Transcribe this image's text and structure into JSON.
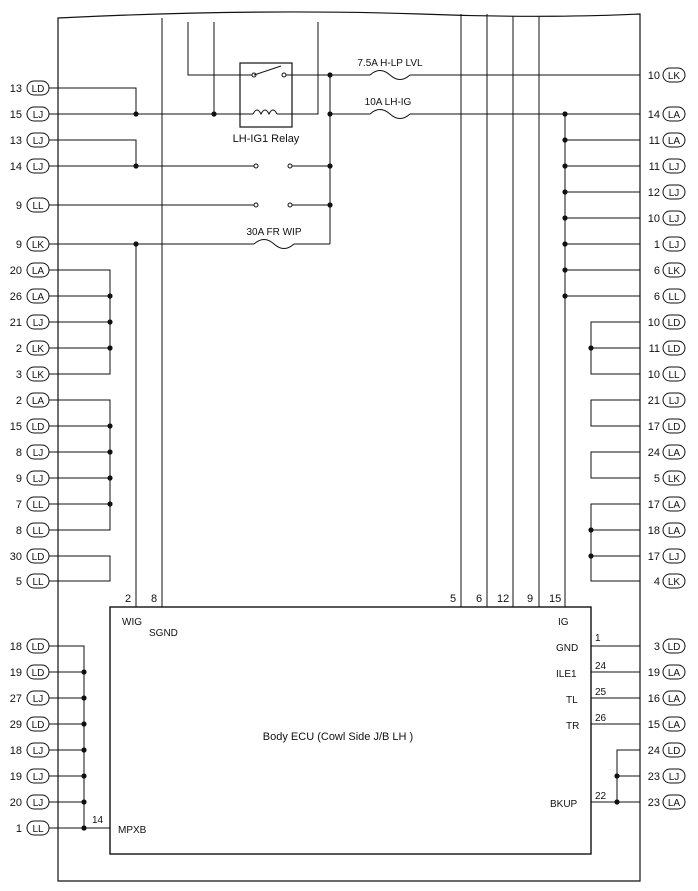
{
  "left_connectors": [
    {
      "pin": "13",
      "conn": "LD"
    },
    {
      "pin": "15",
      "conn": "LJ"
    },
    {
      "pin": "13",
      "conn": "LJ"
    },
    {
      "pin": "14",
      "conn": "LJ"
    },
    {
      "pin": "9",
      "conn": "LL"
    },
    {
      "pin": "9",
      "conn": "LK"
    },
    {
      "pin": "20",
      "conn": "LA"
    },
    {
      "pin": "26",
      "conn": "LA"
    },
    {
      "pin": "21",
      "conn": "LJ"
    },
    {
      "pin": "2",
      "conn": "LK"
    },
    {
      "pin": "3",
      "conn": "LK"
    },
    {
      "pin": "2",
      "conn": "LA"
    },
    {
      "pin": "15",
      "conn": "LD"
    },
    {
      "pin": "8",
      "conn": "LJ"
    },
    {
      "pin": "9",
      "conn": "LJ"
    },
    {
      "pin": "7",
      "conn": "LL"
    },
    {
      "pin": "8",
      "conn": "LL"
    },
    {
      "pin": "30",
      "conn": "LD"
    },
    {
      "pin": "5",
      "conn": "LL"
    },
    {
      "pin": "18",
      "conn": "LD"
    },
    {
      "pin": "19",
      "conn": "LD"
    },
    {
      "pin": "27",
      "conn": "LJ"
    },
    {
      "pin": "29",
      "conn": "LD"
    },
    {
      "pin": "18",
      "conn": "LJ"
    },
    {
      "pin": "19",
      "conn": "LJ"
    },
    {
      "pin": "20",
      "conn": "LJ"
    },
    {
      "pin": "1",
      "conn": "LL"
    }
  ],
  "right_connectors": [
    {
      "pin": "10",
      "conn": "LK"
    },
    {
      "pin": "14",
      "conn": "LA"
    },
    {
      "pin": "11",
      "conn": "LA"
    },
    {
      "pin": "11",
      "conn": "LJ"
    },
    {
      "pin": "12",
      "conn": "LJ"
    },
    {
      "pin": "10",
      "conn": "LJ"
    },
    {
      "pin": "1",
      "conn": "LJ"
    },
    {
      "pin": "6",
      "conn": "LK"
    },
    {
      "pin": "6",
      "conn": "LL"
    },
    {
      "pin": "10",
      "conn": "LD"
    },
    {
      "pin": "11",
      "conn": "LD"
    },
    {
      "pin": "10",
      "conn": "LL"
    },
    {
      "pin": "21",
      "conn": "LJ"
    },
    {
      "pin": "17",
      "conn": "LD"
    },
    {
      "pin": "24",
      "conn": "LA"
    },
    {
      "pin": "5",
      "conn": "LK"
    },
    {
      "pin": "17",
      "conn": "LA"
    },
    {
      "pin": "18",
      "conn": "LA"
    },
    {
      "pin": "17",
      "conn": "LJ"
    },
    {
      "pin": "4",
      "conn": "LK"
    },
    {
      "pin": "3",
      "conn": "LD"
    },
    {
      "pin": "19",
      "conn": "LA"
    },
    {
      "pin": "16",
      "conn": "LA"
    },
    {
      "pin": "15",
      "conn": "LA"
    },
    {
      "pin": "24",
      "conn": "LD"
    },
    {
      "pin": "23",
      "conn": "LJ"
    },
    {
      "pin": "23",
      "conn": "LA"
    }
  ],
  "fuses": {
    "h_lp_lvl": "7.5A H-LP LVL",
    "lh_ig": "10A LH-IG",
    "fr_wip": "30A FR WIP"
  },
  "relay_label": "LH-IG1 Relay",
  "ecu": {
    "title": "Body ECU (Cowl Side J/B LH )",
    "top_pins": {
      "wig": "2",
      "sgnd": "8",
      "p5": "5",
      "p6": "6",
      "p12": "12",
      "p9": "9",
      "ig": "15"
    },
    "terminals": {
      "wig": "WIG",
      "sgnd": "SGND",
      "ig": "IG",
      "gnd": "GND",
      "ile1": "ILE1",
      "tl": "TL",
      "tr": "TR",
      "bkup": "BKUP",
      "mpxb": "MPXB"
    },
    "pin_numbers": {
      "gnd": "1",
      "ile1": "24",
      "tl": "25",
      "tr": "26",
      "bkup": "22",
      "mpxb": "14"
    }
  }
}
